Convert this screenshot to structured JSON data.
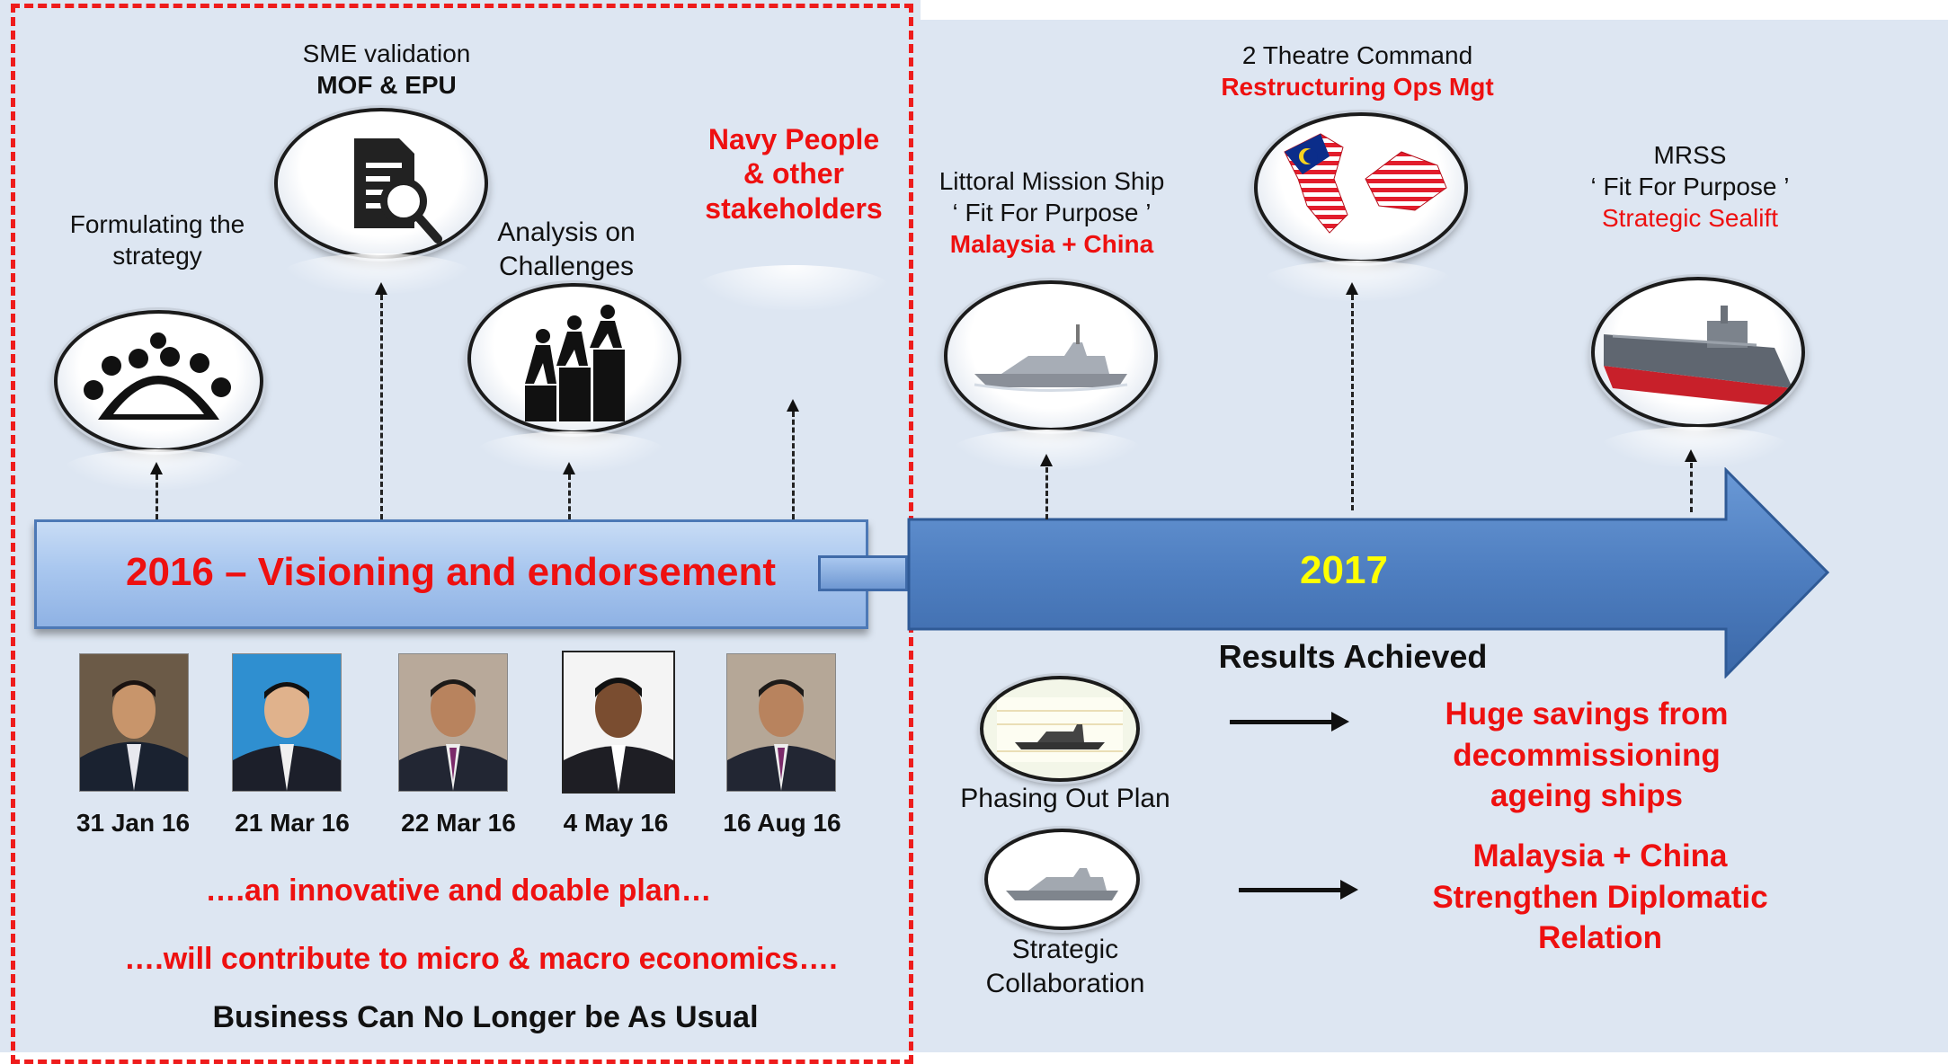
{
  "left": {
    "milestones": [
      {
        "title": "Formulating the strategy"
      },
      {
        "title": "SME validation",
        "subtitle": "MOF & EPU"
      },
      {
        "title": "Analysis on Challenges"
      },
      {
        "title": "Navy People & other stakeholders"
      }
    ],
    "bar": {
      "year": "2016 –",
      "text": " Visioning and endorsement"
    },
    "dates": [
      "31 Jan 16",
      "21 Mar 16",
      "22 Mar 16",
      "4 May 16",
      "16 Aug 16"
    ],
    "taglines": [
      "….an innovative and doable plan…",
      "….will contribute to micro & macro economics….",
      "Business Can No Longer be As Usual"
    ]
  },
  "right": {
    "milestones": [
      {
        "line1": "Littoral Mission Ship",
        "line2": "‘ Fit For Purpose ’",
        "line3": "Malaysia + China"
      },
      {
        "line1": "2 Theatre Command",
        "line2": "Restructuring Ops Mgt"
      },
      {
        "line1": "MRSS",
        "line2": "‘ Fit For Purpose ’",
        "line3": "Strategic Sealift"
      }
    ],
    "bar_year": "2017",
    "results_title": "Results Achieved",
    "phasing_label": "Phasing Out Plan",
    "collab_label": "Strategic Collaboration",
    "result1": "Huge savings from decommissioning ageing ships",
    "result2": "Malaysia + China Strengthen Diplomatic Relation"
  },
  "colors": {
    "accent_red": "#ee1010",
    "year_2017": "#ffff00",
    "bar_light": "#9ebfeb",
    "bar_dark": "#4a78b8"
  },
  "icons": [
    "meeting-table-icon",
    "document-search-icon",
    "climbing-steps-icon",
    "navy-ship-icon",
    "malaysia-flag-map-icon",
    "mrss-ship-icon"
  ]
}
